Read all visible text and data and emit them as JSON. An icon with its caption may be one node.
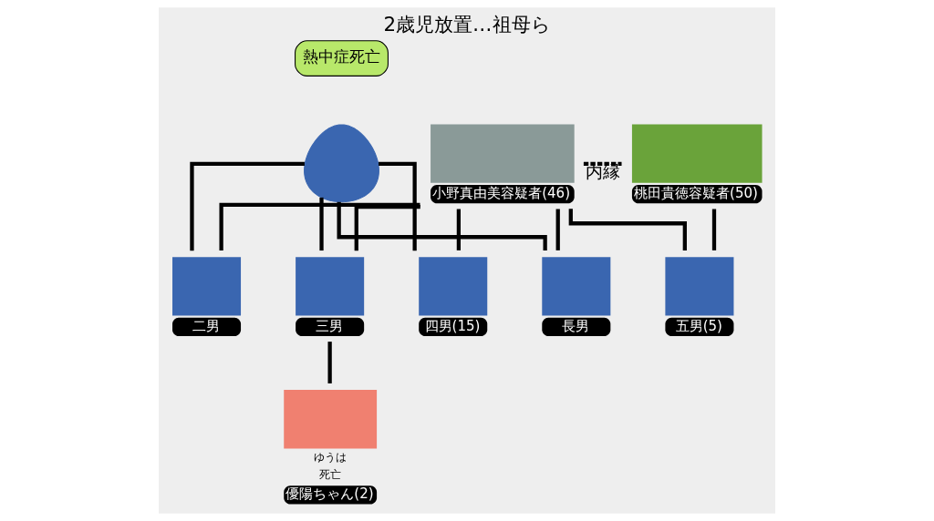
{
  "diagram": {
    "title": "2歳児放置…祖母ら",
    "nodes": [
      {
        "text": [],
        "shape": "person"
      },
      {
        "text": [
          "小野真由美容疑者(46)"
        ]
      },
      {
        "text": [
          "桃田貴徳容疑者(50)"
        ]
      },
      {
        "text": [
          "長男"
        ]
      },
      {
        "text": [
          "二男"
        ]
      },
      {
        "text": [
          "三男"
        ]
      },
      {
        "text": [
          "四男(15)"
        ]
      },
      {
        "text": [
          "五男(5)"
        ]
      },
      {
        "text": [
          "優陽ちゃん(2)"
        ],
        "beside": [
          "ゆうは",
          "死亡"
        ]
      }
    ],
    "edges": [
      {
        "from": 0,
        "to": 3,
        "arrow": "none"
      },
      {
        "from": 1,
        "to": 3,
        "arrow": "none"
      },
      {
        "from": 0,
        "to": 4,
        "arrow": "none"
      },
      {
        "from": 1,
        "to": 4,
        "arrow": "none"
      },
      {
        "from": 0,
        "to": 5,
        "arrow": "none"
      },
      {
        "from": 1,
        "to": 5,
        "arrow": "none"
      },
      {
        "from": 0,
        "to": 6,
        "arrow": "none"
      },
      {
        "from": 1,
        "to": 6,
        "arrow": "none"
      },
      {
        "from": 1,
        "to": 2,
        "arrow": "none",
        "label": "内縁",
        "style": "dashed"
      },
      {
        "from": 1,
        "to": 7,
        "arrow": "none"
      },
      {
        "from": 2,
        "to": 7,
        "arrow": "none"
      },
      {
        "from": 5,
        "to": 8,
        "arrow": "none"
      }
    ],
    "labels": [
      "熱中症死亡"
    ]
  }
}
